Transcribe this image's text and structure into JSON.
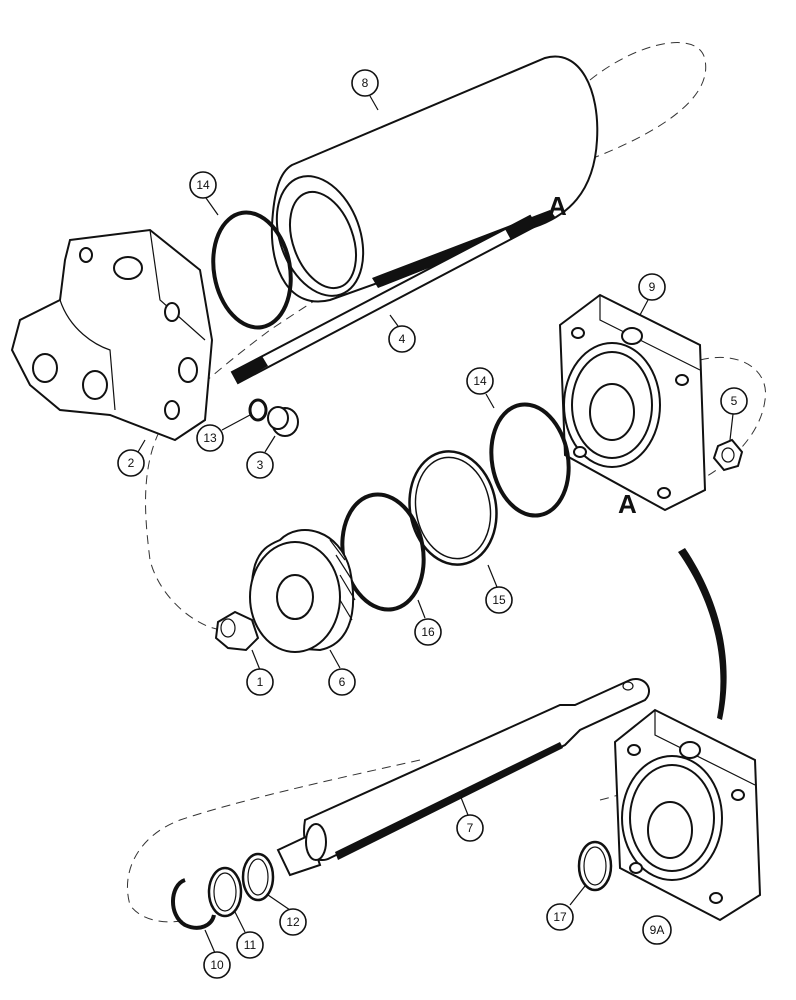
{
  "callouts": {
    "c1": "1",
    "c2": "2",
    "c3": "3",
    "c4": "4",
    "c5": "5",
    "c6": "6",
    "c7": "7",
    "c8": "8",
    "c9": "9",
    "c9a": "9A",
    "c10": "10",
    "c11": "11",
    "c12": "12",
    "c13": "13",
    "c14a": "14",
    "c14b": "14",
    "c15": "15",
    "c16": "16",
    "c17": "17"
  },
  "marks": {
    "a_top": "A",
    "a_bottom": "A"
  }
}
